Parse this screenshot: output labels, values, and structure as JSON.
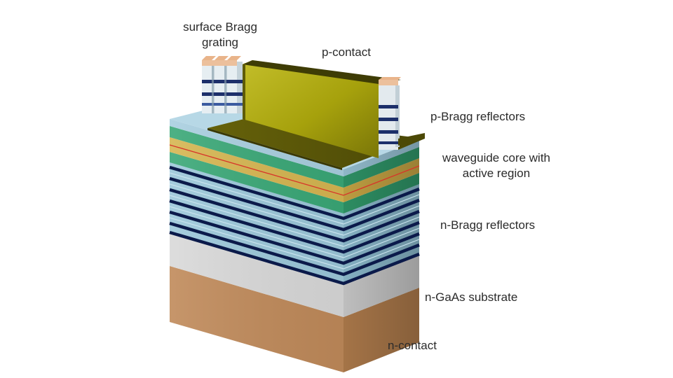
{
  "labels": {
    "surface_grating_line1": "surface Bragg",
    "surface_grating_line2": "grating",
    "p_contact": "p-contact",
    "p_bragg": "p-Bragg reflectors",
    "waveguide_line1": "waveguide core with",
    "waveguide_line2": "active region",
    "n_bragg": "n-Bragg reflectors",
    "substrate": "n-GaAs substrate",
    "n_contact": "n-contact"
  },
  "colors": {
    "n_contact": "#c08a5a",
    "substrate": "#d6d6d6",
    "bragg_light": "#9cc8da",
    "bragg_dark": "#0b1a4a",
    "waveguide_green": "#3aa877",
    "waveguide_yellow": "#d6b651",
    "active_region": "#d8342a",
    "metal_contact": "#a9a50a",
    "grating_cap": "#e9b48a"
  }
}
